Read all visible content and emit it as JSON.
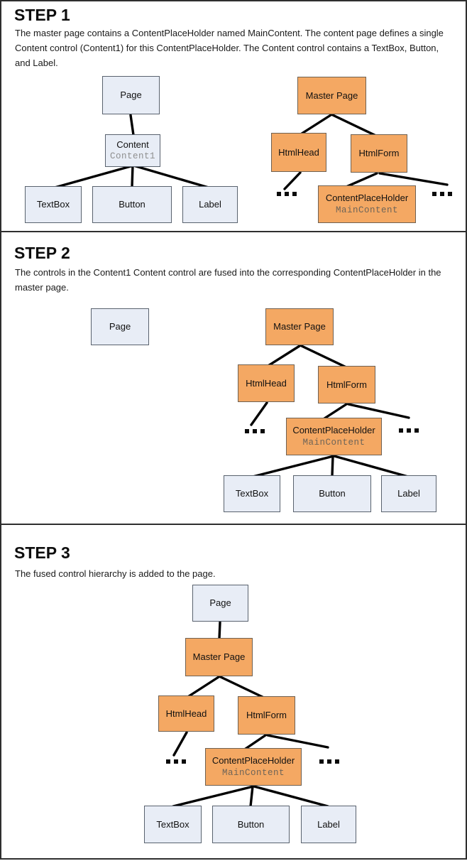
{
  "colors": {
    "orange": "#F4A863",
    "blue": "#E8EDF6",
    "edge": "#000000",
    "sub_gray": "#8f8f8f",
    "sub_brown": "#6d6458"
  },
  "panels": [
    {
      "title": "STEP 1",
      "description": "The master page contains a ContentPlaceHolder named MainContent. The content page defines a single Content control (Content1) for this ContentPlaceHolder. The Content control contains a TextBox, Button, and Label.",
      "nodes": {
        "page": {
          "label": "Page"
        },
        "content": {
          "label": "Content",
          "sublabel": "Content1"
        },
        "textbox": {
          "label": "TextBox"
        },
        "button": {
          "label": "Button"
        },
        "label": {
          "label": "Label"
        },
        "master": {
          "label": "Master Page"
        },
        "htmlhead": {
          "label": "HtmlHead"
        },
        "htmlform": {
          "label": "HtmlForm"
        },
        "cph": {
          "label": "ContentPlaceHolder",
          "sublabel": "MainContent"
        },
        "ellipsis": "..."
      }
    },
    {
      "title": "STEP 2",
      "description": "The controls in the Content1 Content control are fused into the corresponding ContentPlaceHolder in the master page.",
      "nodes": {
        "page": {
          "label": "Page"
        },
        "master": {
          "label": "Master Page"
        },
        "htmlhead": {
          "label": "HtmlHead"
        },
        "htmlform": {
          "label": "HtmlForm"
        },
        "cph": {
          "label": "ContentPlaceHolder",
          "sublabel": "MainContent"
        },
        "textbox": {
          "label": "TextBox"
        },
        "button": {
          "label": "Button"
        },
        "label": {
          "label": "Label"
        },
        "ellipsis": "..."
      }
    },
    {
      "title": "STEP 3",
      "description": "The fused control hierarchy is added to the page.",
      "nodes": {
        "page": {
          "label": "Page"
        },
        "master": {
          "label": "Master Page"
        },
        "htmlhead": {
          "label": "HtmlHead"
        },
        "htmlform": {
          "label": "HtmlForm"
        },
        "cph": {
          "label": "ContentPlaceHolder",
          "sublabel": "MainContent"
        },
        "textbox": {
          "label": "TextBox"
        },
        "button": {
          "label": "Button"
        },
        "label": {
          "label": "Label"
        },
        "ellipsis": "..."
      }
    }
  ]
}
